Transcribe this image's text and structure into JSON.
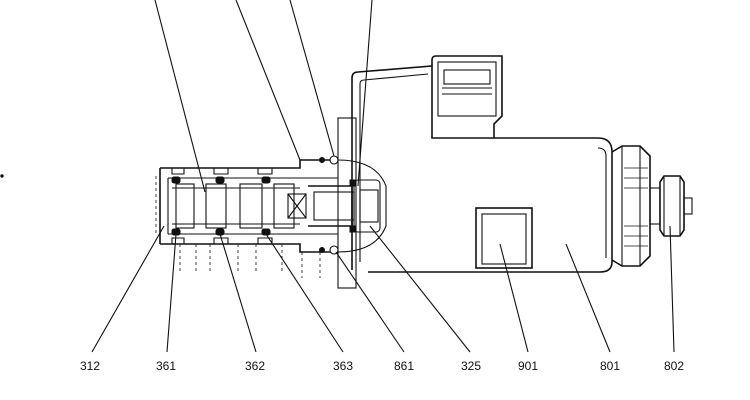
{
  "diagram": {
    "callouts": [
      {
        "label": "312"
      },
      {
        "label": "361"
      },
      {
        "label": "362"
      },
      {
        "label": "363"
      },
      {
        "label": "861"
      },
      {
        "label": "325"
      },
      {
        "label": "901"
      },
      {
        "label": "801"
      },
      {
        "label": "802"
      }
    ]
  }
}
